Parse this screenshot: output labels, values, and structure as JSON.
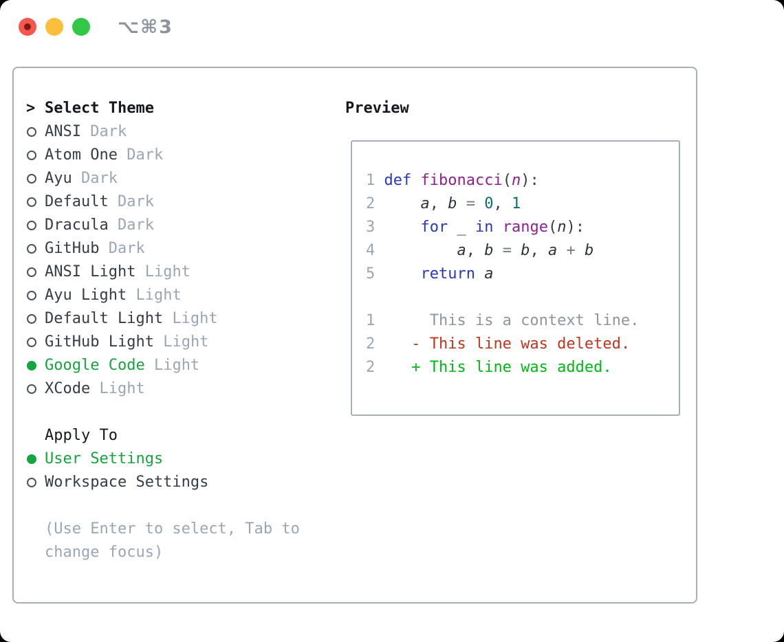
{
  "window": {
    "title": "⌥⌘3",
    "traffic_lights": {
      "red": "#f5564e",
      "yellow": "#fcbf3d",
      "green": "#33c748"
    }
  },
  "colors": {
    "selection_green": "#13a53e",
    "muted_gray": "#9aa6b4",
    "panel_border": "#a6aeb9",
    "keyword_blue": "#2836c2",
    "function_purple": "#8f1f93",
    "number_teal": "#0d6e6e",
    "diff_deleted_red": "#c4331d",
    "diff_added_green": "#00b812"
  },
  "theme_panel": {
    "header": {
      "prompt": ">",
      "label": "Select Theme"
    },
    "items": [
      {
        "name": "ANSI",
        "variant": "Dark",
        "selected": false
      },
      {
        "name": "Atom One",
        "variant": "Dark",
        "selected": false
      },
      {
        "name": "Ayu",
        "variant": "Dark",
        "selected": false
      },
      {
        "name": "Default",
        "variant": "Dark",
        "selected": false
      },
      {
        "name": "Dracula",
        "variant": "Dark",
        "selected": false
      },
      {
        "name": "GitHub",
        "variant": "Dark",
        "selected": false
      },
      {
        "name": "ANSI Light",
        "variant": "Light",
        "selected": false
      },
      {
        "name": "Ayu Light",
        "variant": "Light",
        "selected": false
      },
      {
        "name": "Default Light",
        "variant": "Light",
        "selected": false
      },
      {
        "name": "GitHub Light",
        "variant": "Light",
        "selected": false
      },
      {
        "name": "Google Code",
        "variant": "Light",
        "selected": true
      },
      {
        "name": "XCode",
        "variant": "Light",
        "selected": false
      }
    ],
    "apply_to": {
      "label": "Apply To",
      "options": [
        {
          "name": "User Settings",
          "selected": true
        },
        {
          "name": "Workspace Settings",
          "selected": false
        }
      ]
    },
    "help_text": "(Use Enter to select, Tab to change focus)"
  },
  "preview": {
    "label": "Preview",
    "code_lines": [
      [
        {
          "t": "1 ",
          "c": "ln"
        },
        {
          "t": "def ",
          "c": "kw"
        },
        {
          "t": "fibonacci",
          "c": "fn"
        },
        {
          "t": "(",
          "c": "pl"
        },
        {
          "t": "n",
          "c": "param"
        },
        {
          "t": "):",
          "c": "pl"
        }
      ],
      [
        {
          "t": "2 ",
          "c": "ln"
        },
        {
          "t": "    ",
          "c": "pl"
        },
        {
          "t": "a",
          "c": "var"
        },
        {
          "t": ", ",
          "c": "pl"
        },
        {
          "t": "b",
          "c": "var"
        },
        {
          "t": " = ",
          "c": "op"
        },
        {
          "t": "0",
          "c": "num"
        },
        {
          "t": ", ",
          "c": "pl"
        },
        {
          "t": "1",
          "c": "num"
        }
      ],
      [
        {
          "t": "3 ",
          "c": "ln"
        },
        {
          "t": "    ",
          "c": "pl"
        },
        {
          "t": "for ",
          "c": "kw"
        },
        {
          "t": "_ ",
          "c": "pl"
        },
        {
          "t": "in ",
          "c": "kw"
        },
        {
          "t": "range",
          "c": "fn"
        },
        {
          "t": "(",
          "c": "pl"
        },
        {
          "t": "n",
          "c": "var"
        },
        {
          "t": "):",
          "c": "pl"
        }
      ],
      [
        {
          "t": "4 ",
          "c": "ln"
        },
        {
          "t": "        ",
          "c": "pl"
        },
        {
          "t": "a",
          "c": "var"
        },
        {
          "t": ", ",
          "c": "pl"
        },
        {
          "t": "b",
          "c": "var"
        },
        {
          "t": " = ",
          "c": "op"
        },
        {
          "t": "b",
          "c": "var"
        },
        {
          "t": ", ",
          "c": "pl"
        },
        {
          "t": "a",
          "c": "var"
        },
        {
          "t": " + ",
          "c": "op"
        },
        {
          "t": "b",
          "c": "var"
        }
      ],
      [
        {
          "t": "5 ",
          "c": "ln"
        },
        {
          "t": "    ",
          "c": "pl"
        },
        {
          "t": "return ",
          "c": "kw"
        },
        {
          "t": "a",
          "c": "var"
        }
      ],
      [],
      [
        {
          "t": "1 ",
          "c": "ln"
        },
        {
          "t": "     This is a context line.",
          "c": "ctx"
        }
      ],
      [
        {
          "t": "2 ",
          "c": "ln"
        },
        {
          "t": "   - This line was deleted.",
          "c": "del"
        }
      ],
      [
        {
          "t": "2 ",
          "c": "ln"
        },
        {
          "t": "   + This line was added.",
          "c": "add"
        }
      ]
    ]
  }
}
